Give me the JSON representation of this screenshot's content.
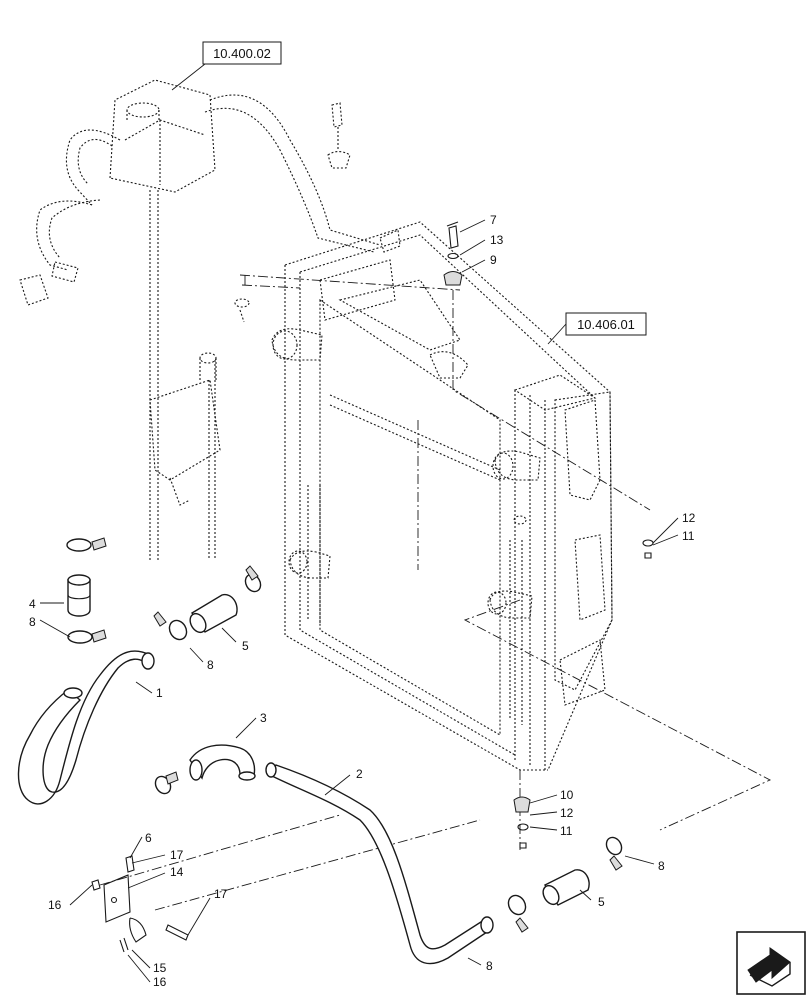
{
  "references": [
    {
      "id": "ref-10-400-02",
      "text": "10.400.02"
    },
    {
      "id": "ref-10-406-01",
      "text": "10.406.01"
    }
  ],
  "callouts": [
    {
      "id": "c1",
      "text": "1"
    },
    {
      "id": "c2",
      "text": "2"
    },
    {
      "id": "c3",
      "text": "3"
    },
    {
      "id": "c4",
      "text": "4"
    },
    {
      "id": "c5a",
      "text": "5"
    },
    {
      "id": "c5b",
      "text": "5"
    },
    {
      "id": "c6",
      "text": "6"
    },
    {
      "id": "c7",
      "text": "7"
    },
    {
      "id": "c8a",
      "text": "8"
    },
    {
      "id": "c8b",
      "text": "8"
    },
    {
      "id": "c8c",
      "text": "8"
    },
    {
      "id": "c8d",
      "text": "8"
    },
    {
      "id": "c9",
      "text": "9"
    },
    {
      "id": "c10",
      "text": "10"
    },
    {
      "id": "c11a",
      "text": "11"
    },
    {
      "id": "c11b",
      "text": "11"
    },
    {
      "id": "c12a",
      "text": "12"
    },
    {
      "id": "c12b",
      "text": "12"
    },
    {
      "id": "c13",
      "text": "13"
    },
    {
      "id": "c14",
      "text": "14"
    },
    {
      "id": "c15",
      "text": "15"
    },
    {
      "id": "c16a",
      "text": "16"
    },
    {
      "id": "c16b",
      "text": "16"
    },
    {
      "id": "c17a",
      "text": "17"
    },
    {
      "id": "c17b",
      "text": "17"
    }
  ],
  "nav_icon": "next-page-arrow-icon"
}
